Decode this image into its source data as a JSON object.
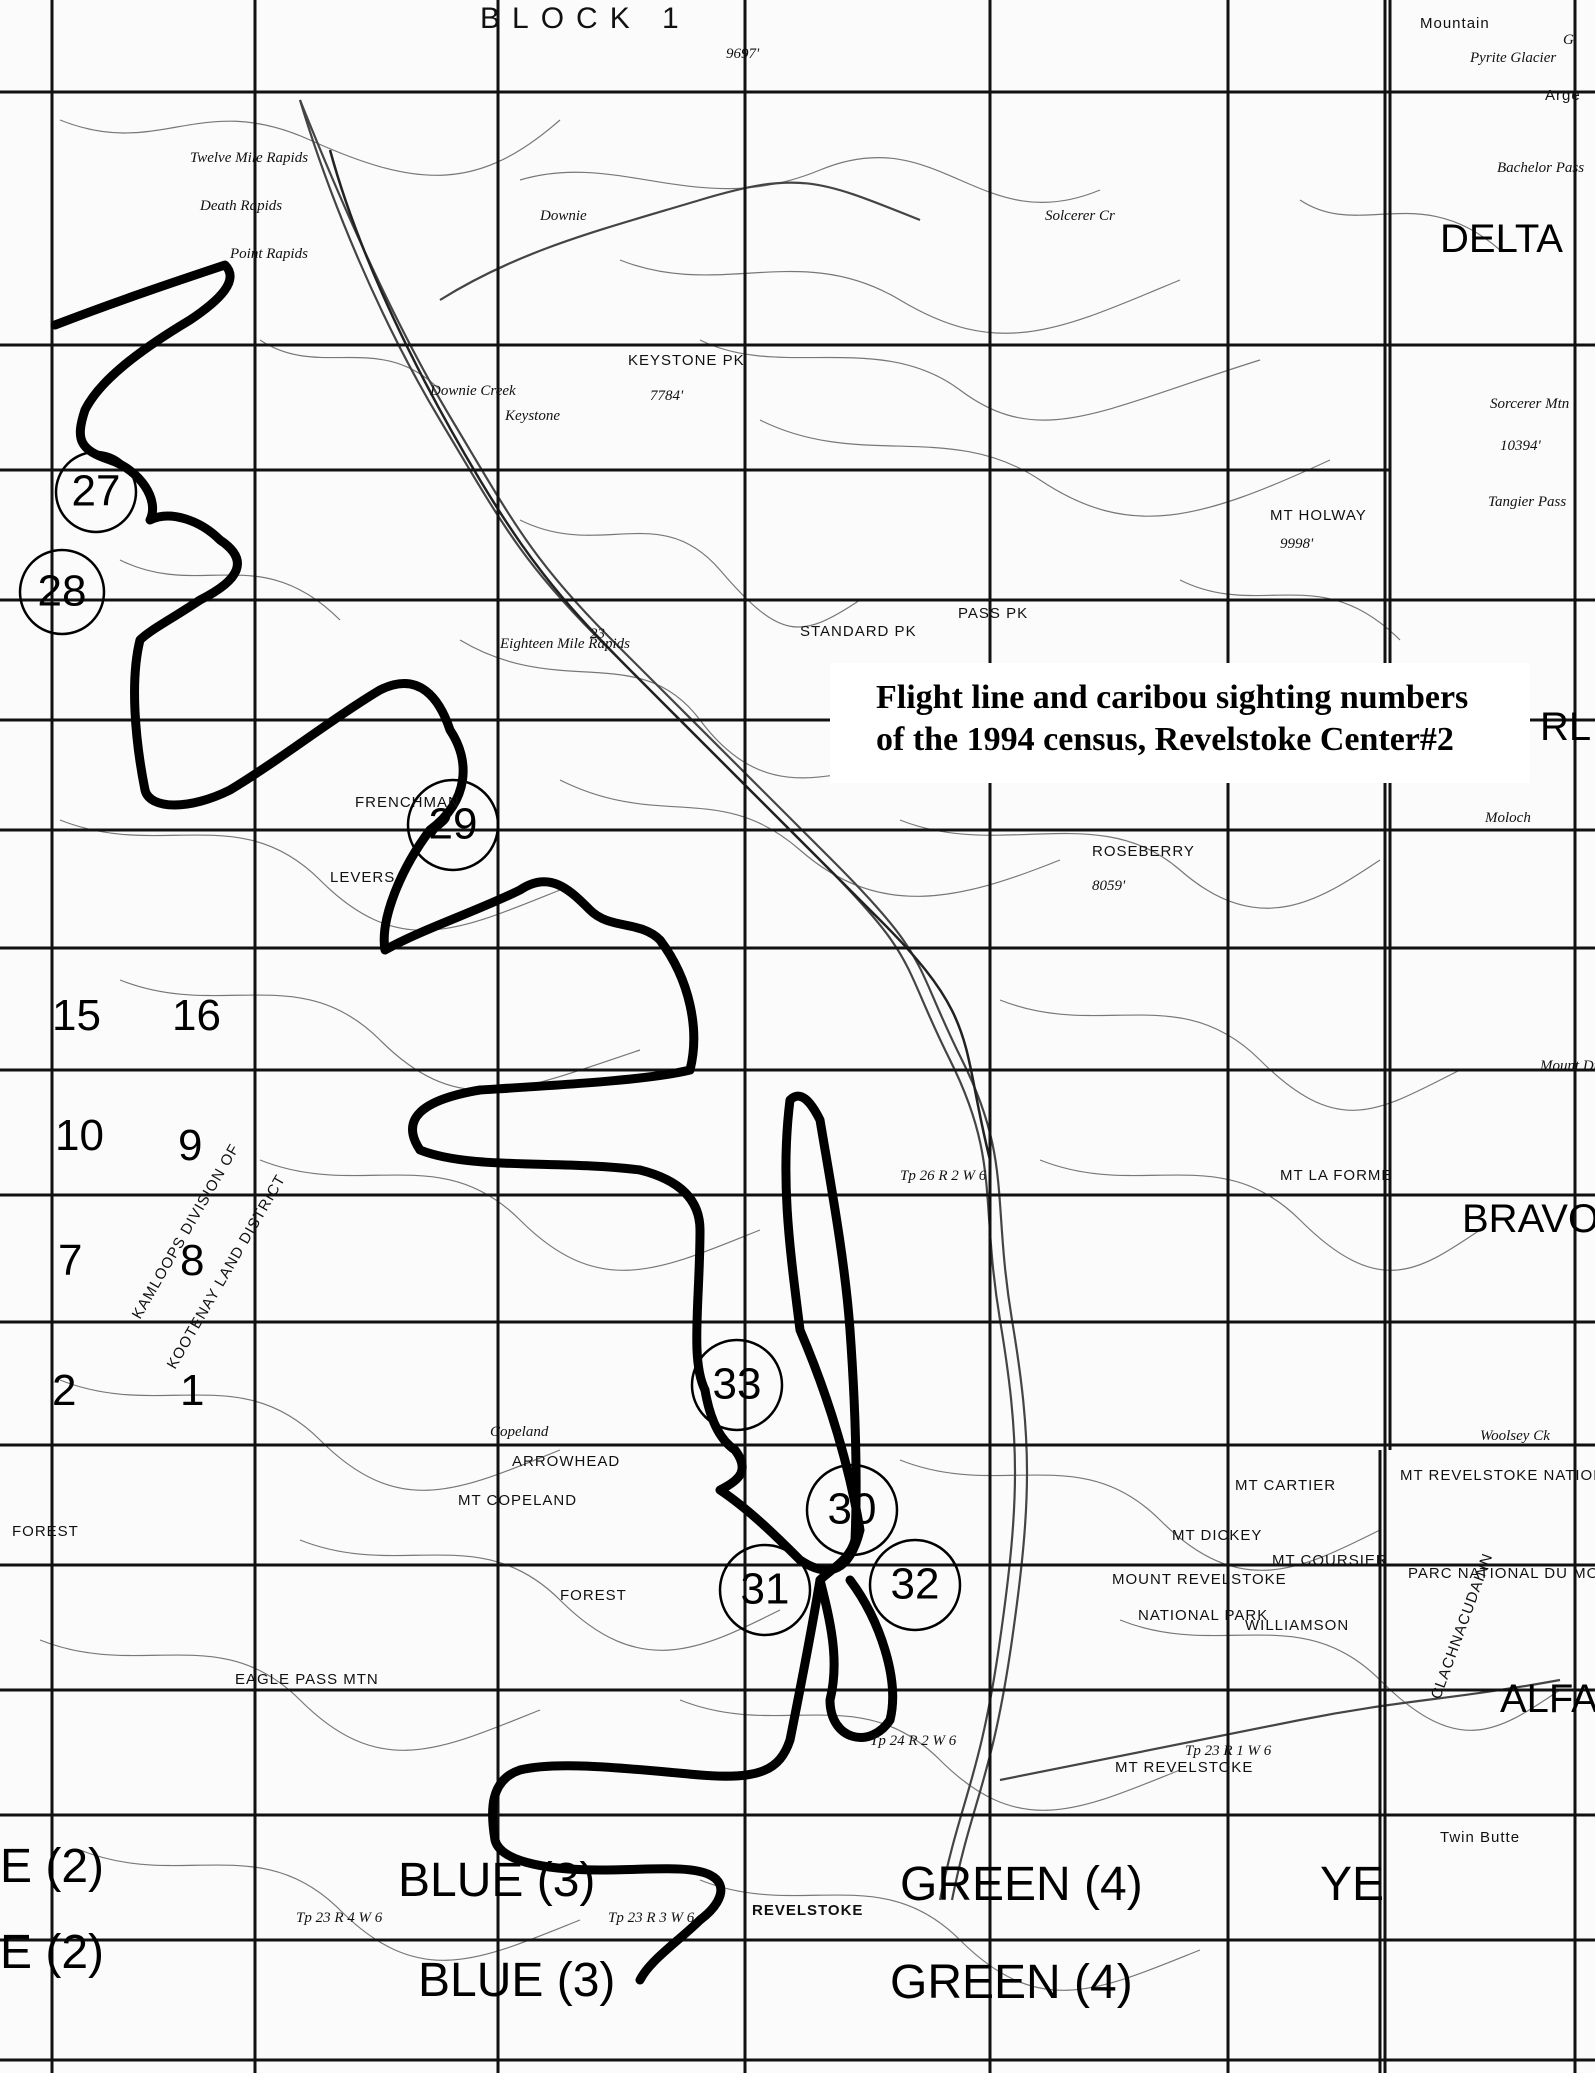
{
  "caption": {
    "line1": "Flight line and caribou sighting numbers",
    "line2": "of the 1994 census, Revelstoke Center#2"
  },
  "header": {
    "block_title": "BLOCK 1",
    "peak": "9697'",
    "corner_label": "Mountain",
    "corner_letter": "G"
  },
  "blocks": {
    "delta": "DELTA",
    "bravo": "BRAVO",
    "alfa": "ALFA",
    "rl": "RL"
  },
  "sightings": [
    {
      "id": "27",
      "label": "27"
    },
    {
      "id": "28",
      "label": "28"
    },
    {
      "id": "29",
      "label": "29"
    },
    {
      "id": "33",
      "label": "33"
    },
    {
      "id": "30",
      "label": "30"
    },
    {
      "id": "31",
      "label": "31"
    },
    {
      "id": "32",
      "label": "32"
    }
  ],
  "grid_numbers": [
    "15",
    "16",
    "10",
    "9",
    "7",
    "8",
    "2",
    "1"
  ],
  "zones": {
    "blue_1": "BLUE (3)",
    "blue_2": "BLUE (3)",
    "green_1": "GREEN (4)",
    "green_2": "GREEN (4)",
    "left_1": "E (2)",
    "left_2": "E (2)",
    "ye": "YE"
  },
  "places": {
    "downie_creek": "Downie Creek",
    "keystone": "Keystone",
    "keystone_pk": "KEYSTONE PK",
    "keystone_elev": "7784'",
    "eighteen_mile": "Eighteen Mile Rapids",
    "frenchman": "FRENCHMAN",
    "levers": "LEVERS",
    "standard_pk": "STANDARD PK",
    "pass_pk": "PASS PK",
    "roseberry": "ROSEBERRY",
    "roseberry_elev": "8059'",
    "mt_holway": "MT HOLWAY",
    "holway_elev": "9998'",
    "sorcerer_mtn": "Sorcerer Mtn",
    "sorcerer_elev": "10394'",
    "tangier_pass": "Tangier Pass",
    "bachelor_pass": "Bachelor Pass",
    "pyrite_glacier": "Pyrite Glacier",
    "arge": "Arge",
    "moloch": "Moloch",
    "mount_duran": "Mount Duran",
    "la_forme": "MT LA FORME",
    "arrowhead": "ARROWHEAD",
    "forest_right": "FOREST",
    "forest_left": "FOREST",
    "mt_copeland": "MT COPELAND",
    "copeland": "Copeland",
    "eagle_pass": "EAGLE PASS MTN",
    "revelstoke": "REVELSTOKE",
    "mt_revelstoke_park": "MT REVELSTOKE NATIONAL PARK",
    "parc_national": "PARC NATIONAL DU MONT-REVELSTOKE",
    "mount_revelstoke": "MOUNT REVELSTOKE",
    "national_park": "NATIONAL PARK",
    "mt_cartier": "MT CARTIER",
    "mt_dickey": "MT DICKEY",
    "mt_coursier": "MT COURSIER",
    "williamson": "WILLIAMSON",
    "mt_revelstoke": "MT REVELSTOKE",
    "twin_butte": "Twin Butte",
    "clachnacudainn": "CLACHNACUDAINN",
    "kootenay": "KOOTENAY LAND DISTRICT",
    "kamloops": "KAMLOOPS DIVISION OF",
    "woolsey": "Woolsey Ck",
    "tp26": "Tp 26 R 2 W 6",
    "tp24": "Tp 24 R 2 W 6",
    "tp23": "Tp 23 R 3 W 6",
    "tp23b": "Tp 23 R 4 W 6",
    "tp23c": "Tp 23 R 1 W 6",
    "death_rapids": "Death Rapids",
    "twelve_mile": "Twelve Mile Rapids",
    "pasfic": "Point Rapids",
    "delta_creek": "Solcerer Cr",
    "goldstream": "Downie",
    "hwy23": "23"
  }
}
